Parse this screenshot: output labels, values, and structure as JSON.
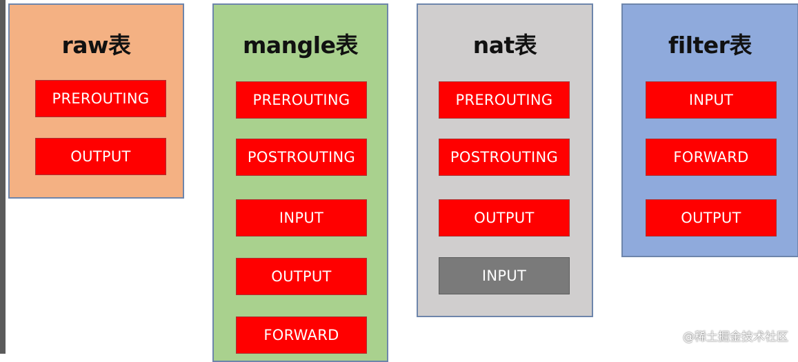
{
  "tables": [
    {
      "title": "raw表",
      "color": "#f4b183",
      "chains": [
        {
          "label": "PREROUTING",
          "color": "#ff0000"
        },
        {
          "label": "OUTPUT",
          "color": "#ff0000"
        }
      ]
    },
    {
      "title": "mangle表",
      "color": "#a9d18e",
      "chains": [
        {
          "label": "PREROUTING",
          "color": "#ff0000"
        },
        {
          "label": "POSTROUTING",
          "color": "#ff0000"
        },
        {
          "label": "INPUT",
          "color": "#ff0000"
        },
        {
          "label": "OUTPUT",
          "color": "#ff0000"
        },
        {
          "label": "FORWARD",
          "color": "#ff0000"
        }
      ]
    },
    {
      "title": "nat表",
      "color": "#d0cece",
      "chains": [
        {
          "label": "PREROUTING",
          "color": "#ff0000"
        },
        {
          "label": "POSTROUTING",
          "color": "#ff0000"
        },
        {
          "label": "OUTPUT",
          "color": "#ff0000"
        },
        {
          "label": "INPUT",
          "color": "#7a7a7a"
        }
      ]
    },
    {
      "title": "filter表",
      "color": "#8faadc",
      "chains": [
        {
          "label": "INPUT",
          "color": "#ff0000"
        },
        {
          "label": "FORWARD",
          "color": "#ff0000"
        },
        {
          "label": "OUTPUT",
          "color": "#ff0000"
        }
      ]
    }
  ],
  "watermark": "@稀土掘金技术社区"
}
